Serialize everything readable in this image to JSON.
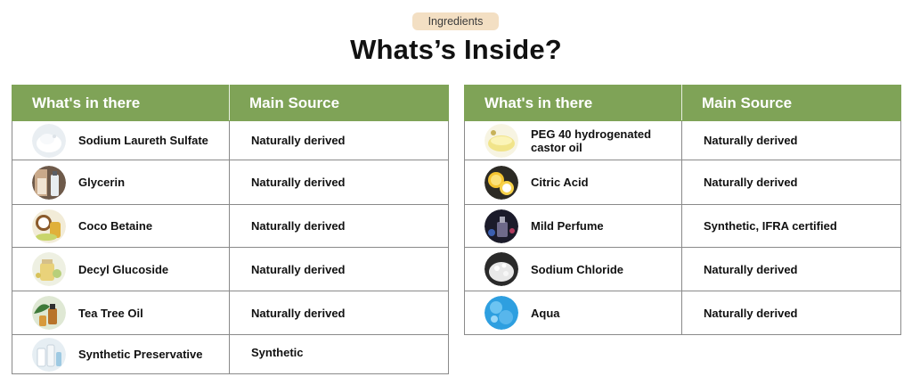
{
  "header": {
    "tag": "Ingredients",
    "title": "Whats’s Inside?"
  },
  "columns": {
    "what": "What's in there",
    "source": "Main Source"
  },
  "left_table": [
    {
      "name": "Sodium Laureth Sulfate",
      "source": "Naturally derived",
      "thumb": "white-powder-icon"
    },
    {
      "name": "Glycerin",
      "source": "Naturally derived",
      "thumb": "glycerin-bottle-icon"
    },
    {
      "name": "Coco Betaine",
      "source": "Naturally derived",
      "thumb": "coconut-oil-icon"
    },
    {
      "name": "Decyl Glucoside",
      "source": "Naturally derived",
      "thumb": "oil-jar-icon"
    },
    {
      "name": "Tea Tree Oil",
      "source": "Naturally derived",
      "thumb": "tea-tree-oil-icon"
    },
    {
      "name": "Synthetic Preservative",
      "source": "Synthetic",
      "thumb": "lab-bottles-icon"
    }
  ],
  "right_table": [
    {
      "name": "PEG 40 hydrogenated castor oil",
      "source": "Naturally derived",
      "thumb": "castor-oil-bowl-icon"
    },
    {
      "name": "Citric Acid",
      "source": "Naturally derived",
      "thumb": "citrus-fruit-icon"
    },
    {
      "name": "Mild Perfume",
      "source": "Synthetic, IFRA certified",
      "thumb": "perfume-bottle-icon"
    },
    {
      "name": "Sodium Chloride",
      "source": "Naturally derived",
      "thumb": "salt-crystals-icon"
    },
    {
      "name": "Aqua",
      "source": "Naturally derived",
      "thumb": "water-icon"
    }
  ]
}
